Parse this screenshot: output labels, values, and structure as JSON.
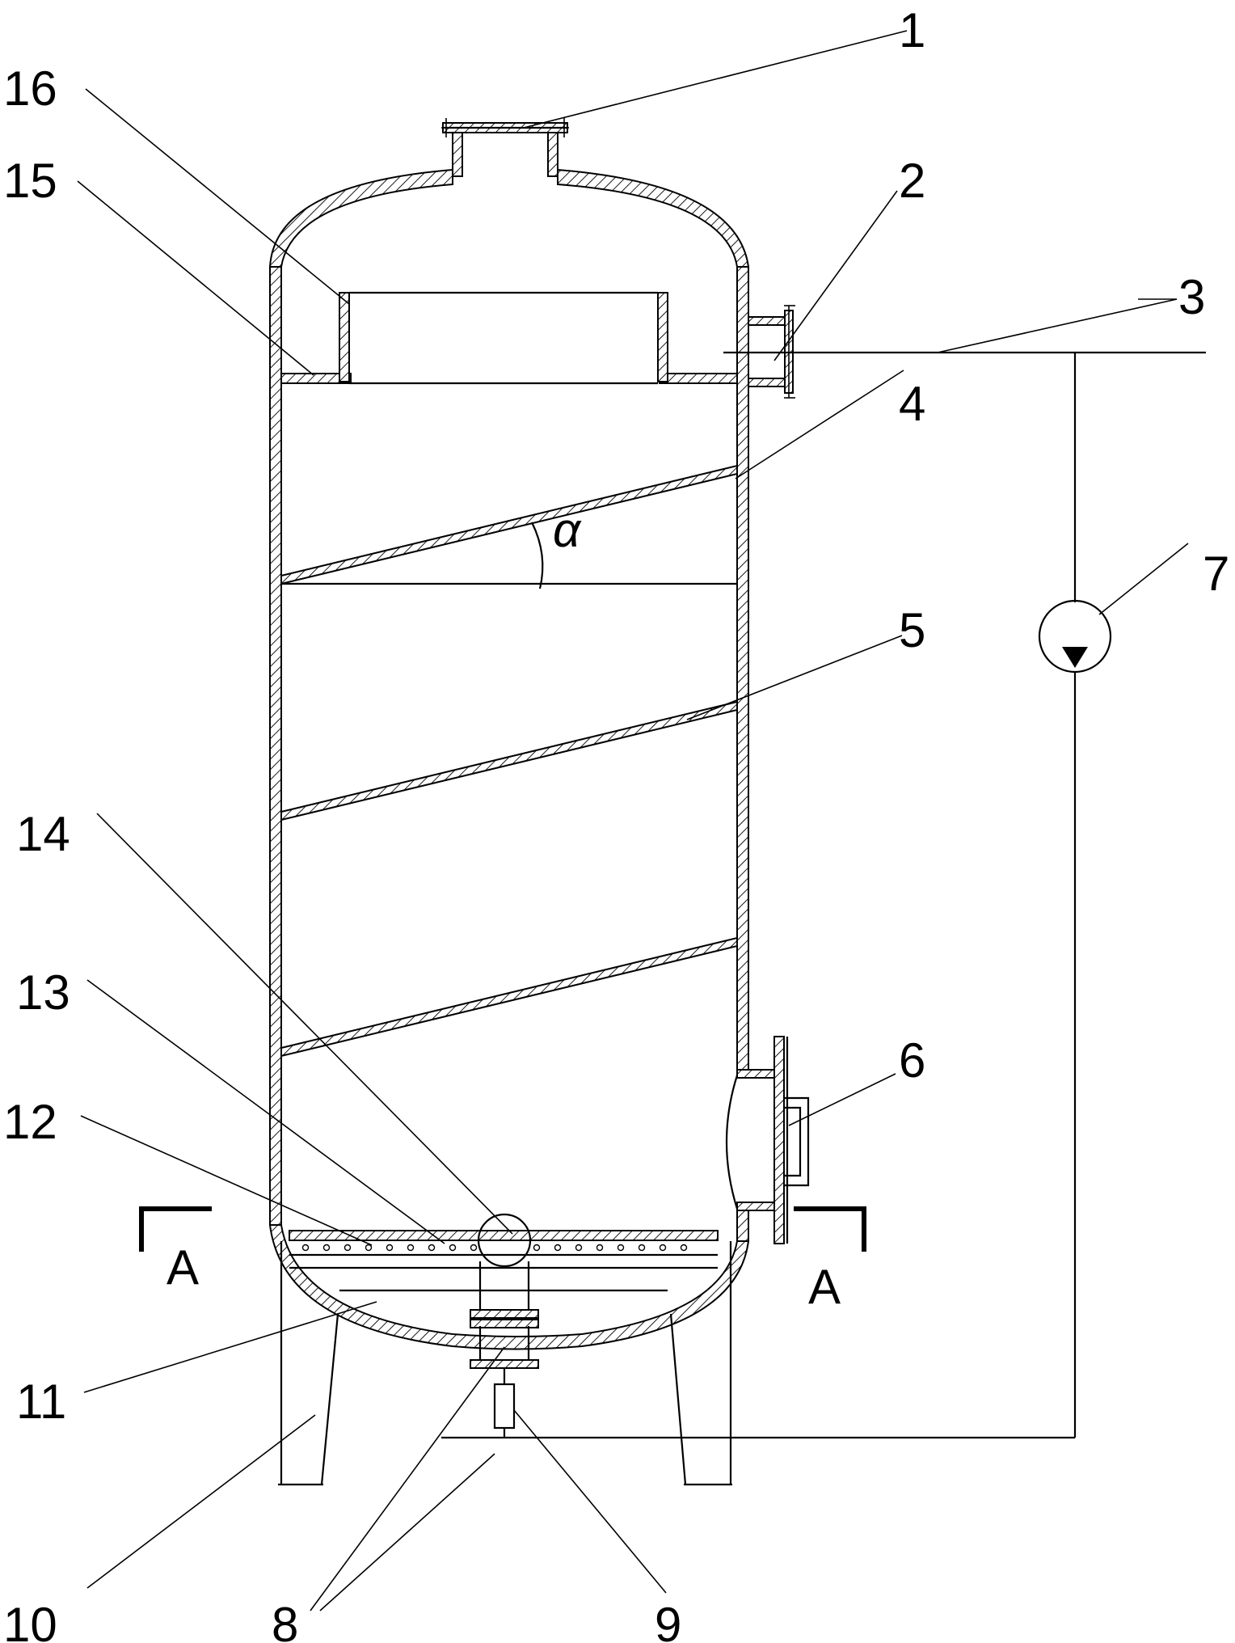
{
  "labels": {
    "l1": "1",
    "l2": "2",
    "l3": "3",
    "l4": "4",
    "l5": "5",
    "l6": "6",
    "l7": "7",
    "l8": "8",
    "l9": "9",
    "l10": "10",
    "l11": "11",
    "l12": "12",
    "l13": "13",
    "l14": "14",
    "l15": "15",
    "l16": "16"
  },
  "section_marks": {
    "left": "A",
    "right": "A"
  },
  "angle_symbol": "α"
}
